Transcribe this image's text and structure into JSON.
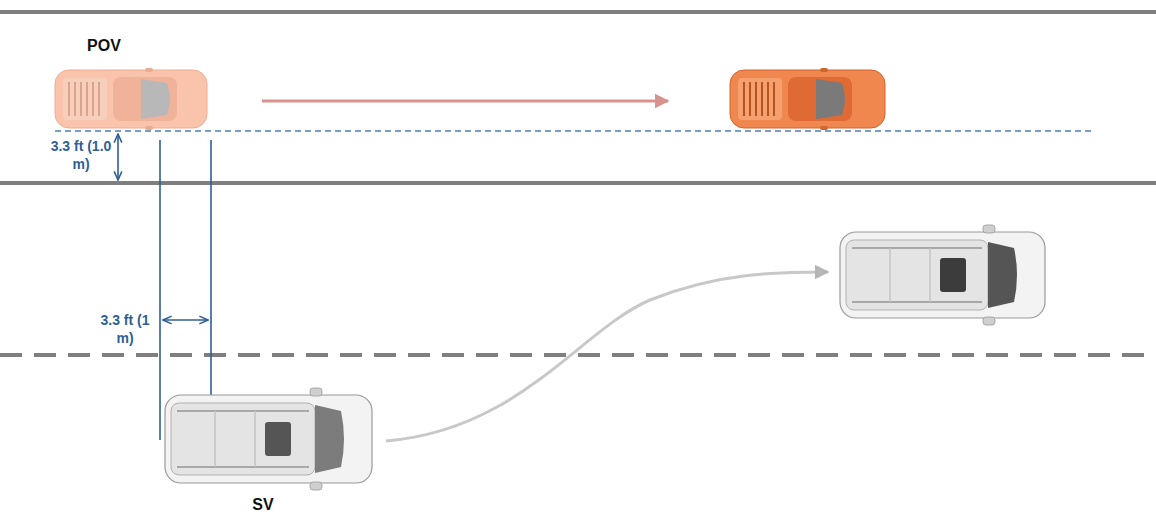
{
  "diagram": {
    "labels": [
      "POV",
      "3.3 ft (1.0 m)",
      "3.3 ft (1 m)",
      "SV"
    ]
  }
}
